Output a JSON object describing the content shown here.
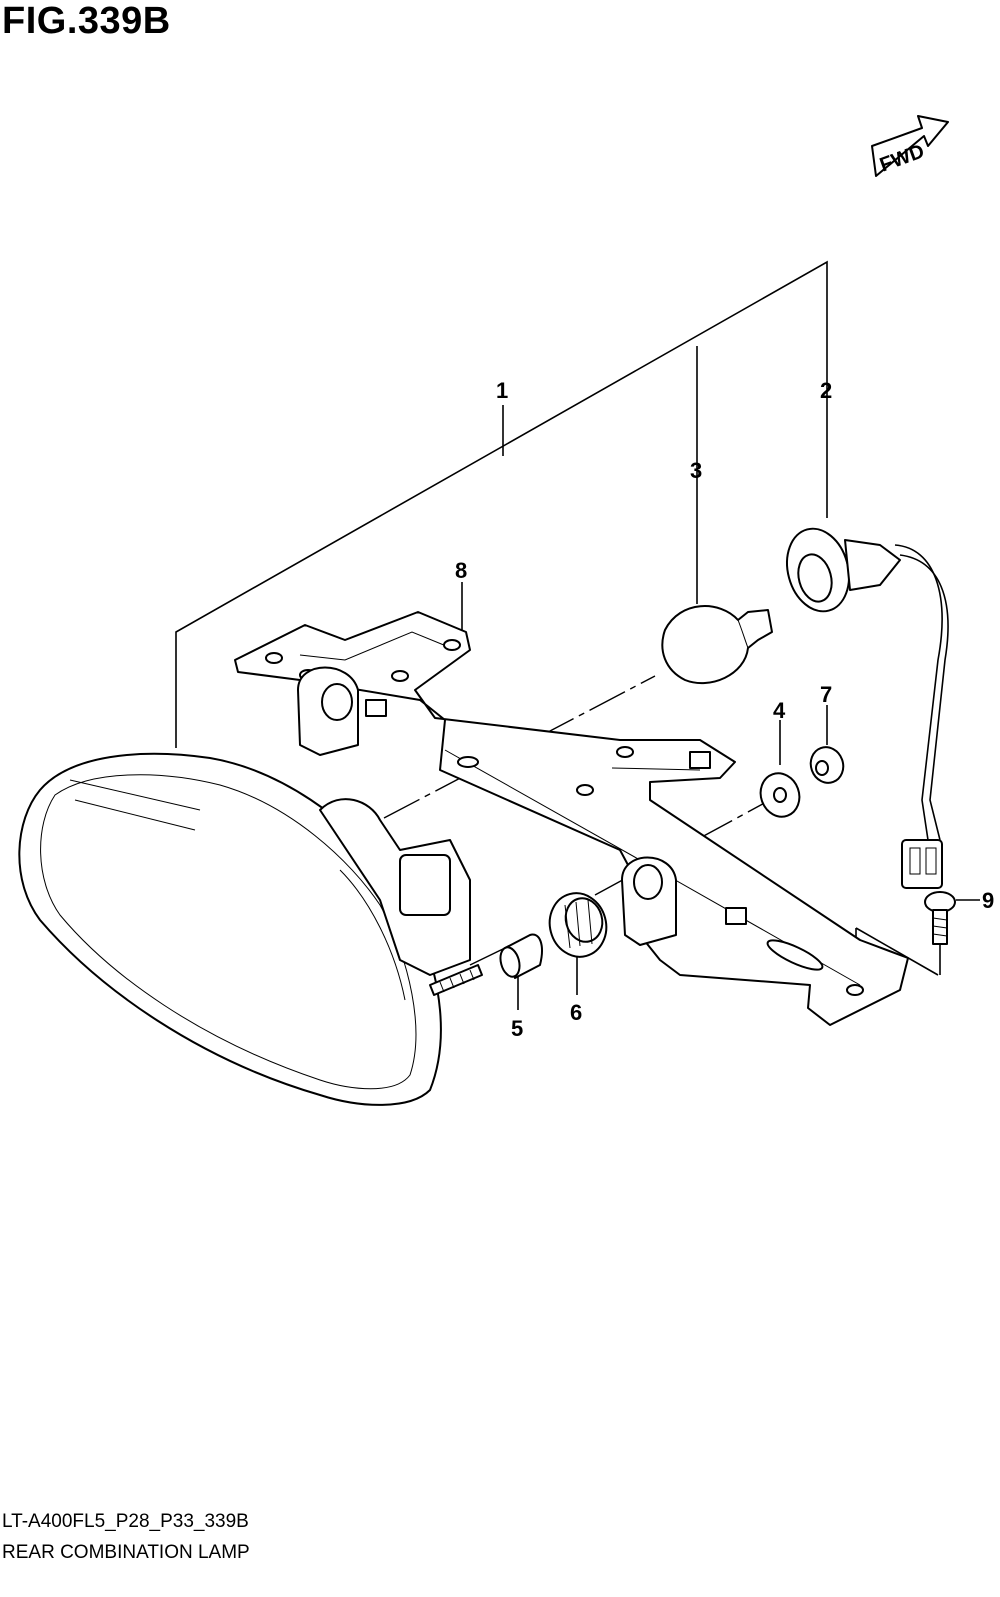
{
  "figure": {
    "title": "FIG.339B",
    "model_code": "LT-A400FL5_P28_P33_339B",
    "caption": "REAR COMBINATION LAMP"
  },
  "fwd_arrow": {
    "label": "FWD",
    "icon": "fwd-arrow-icon"
  },
  "callouts": [
    {
      "id": "1",
      "label": "1"
    },
    {
      "id": "2",
      "label": "2"
    },
    {
      "id": "3",
      "label": "3"
    },
    {
      "id": "4",
      "label": "4"
    },
    {
      "id": "5",
      "label": "5"
    },
    {
      "id": "6",
      "label": "6"
    },
    {
      "id": "7",
      "label": "7"
    },
    {
      "id": "8",
      "label": "8"
    },
    {
      "id": "9",
      "label": "9"
    }
  ],
  "colors": {
    "line": "#000000",
    "background": "#ffffff"
  }
}
